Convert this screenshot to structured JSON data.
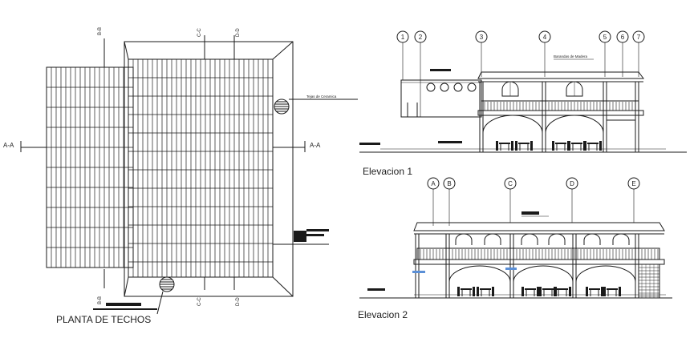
{
  "plan": {
    "title": "PLANTA DE TECHOS",
    "note_tejas": "Tejas de Ceramica",
    "section_aa": "A-A",
    "section_bb": "B-B",
    "section_cc": "C-C",
    "section_dd": "D-D"
  },
  "elevation1": {
    "title": "Elevacion 1",
    "note": "Barandas de Madera",
    "axes": [
      "1",
      "2",
      "3",
      "4",
      "5",
      "6",
      "7"
    ]
  },
  "elevation2": {
    "title": "Elevacion 2",
    "axes": [
      "A",
      "B",
      "C",
      "D",
      "E"
    ]
  },
  "colors": {
    "line": "#1a1a1a",
    "accent": "#5b8fd6"
  }
}
